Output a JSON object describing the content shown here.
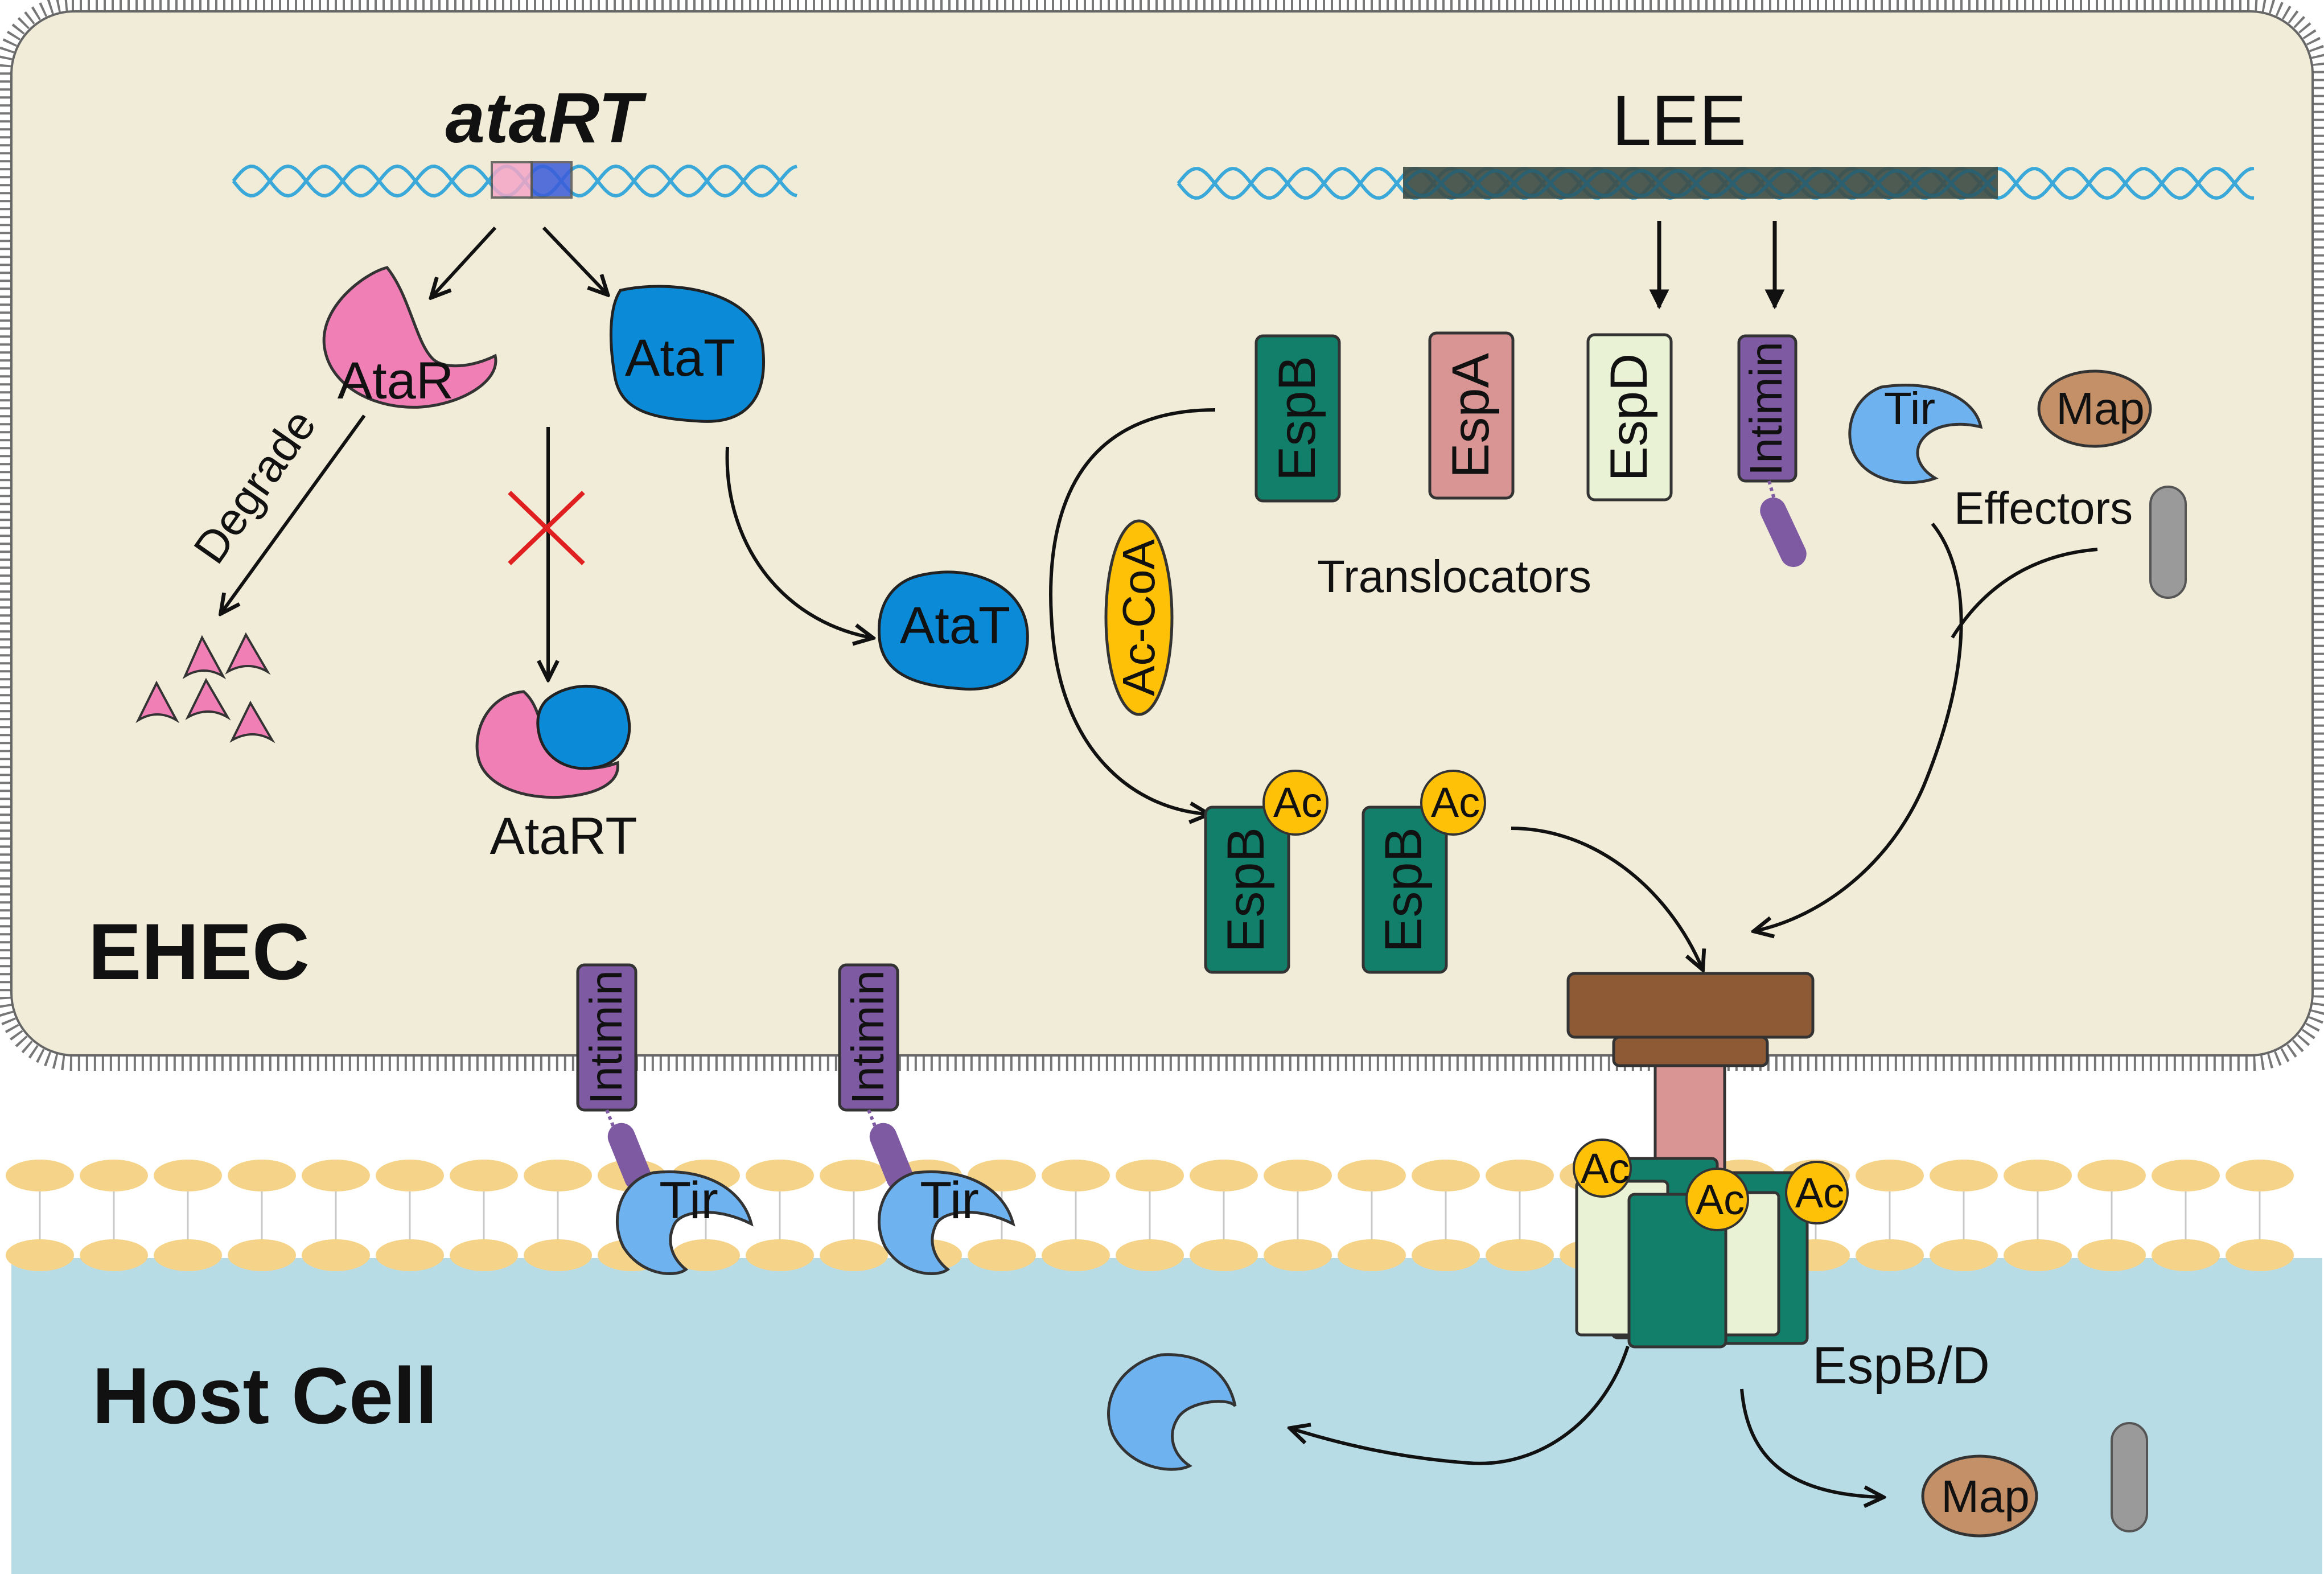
{
  "genes": {
    "atart": "ataRT",
    "lee": "LEE"
  },
  "proteins": {
    "atar": "AtaR",
    "atat": "AtaT",
    "atat_free": "AtaT",
    "atart_complex": "AtaRT",
    "espb": "EspB",
    "espa": "EspA",
    "espd": "EspD",
    "intimin": "Intimin",
    "tir": "Tir",
    "map": "Map",
    "acoa": "Ac-CoA",
    "ac": "Ac"
  },
  "labels": {
    "degrade": "Degrade",
    "translocators": "Translocators",
    "effectors": "Effectors",
    "espbd": "EspB/D"
  },
  "regions": {
    "bacterium": "EHEC",
    "host": "Host Cell"
  },
  "colors": {
    "cytoplasm": "#f1ecd8",
    "host": "#b7dce5",
    "lipid": "#f5d48a",
    "dna": "#3aa8d8",
    "atar": "#f07fb5",
    "atat": "#0a8ad7",
    "espb": "#127f6a",
    "espa": "#d99494",
    "espd": "#eaf2d6",
    "intimin": "#7e5aa3",
    "tir": "#6eb2f0",
    "map": "#c49068",
    "ac": "#ffc107",
    "effector": "#9a9a9a",
    "inhibit": "#e02020",
    "needle": "#8d5a35"
  },
  "icons": {
    "block": "red-cross-icon",
    "fragments": "degraded-fragments-icon"
  }
}
